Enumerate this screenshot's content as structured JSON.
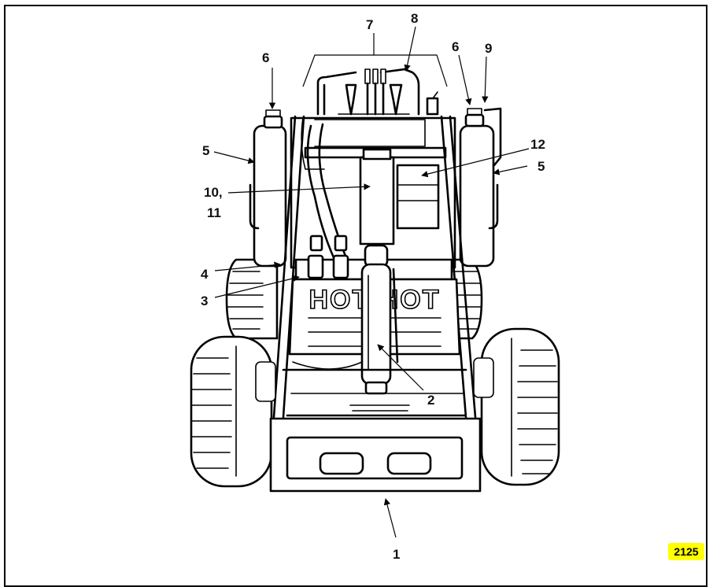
{
  "figure_id": "2125",
  "figure_id_highlight": "#ffff00",
  "machine_brand_lettering": "HOT HOT",
  "callouts": [
    "1",
    "2",
    "3",
    "4",
    "5",
    "5",
    "6",
    "6",
    "7",
    "8",
    "9",
    "10,",
    "11",
    "12"
  ]
}
